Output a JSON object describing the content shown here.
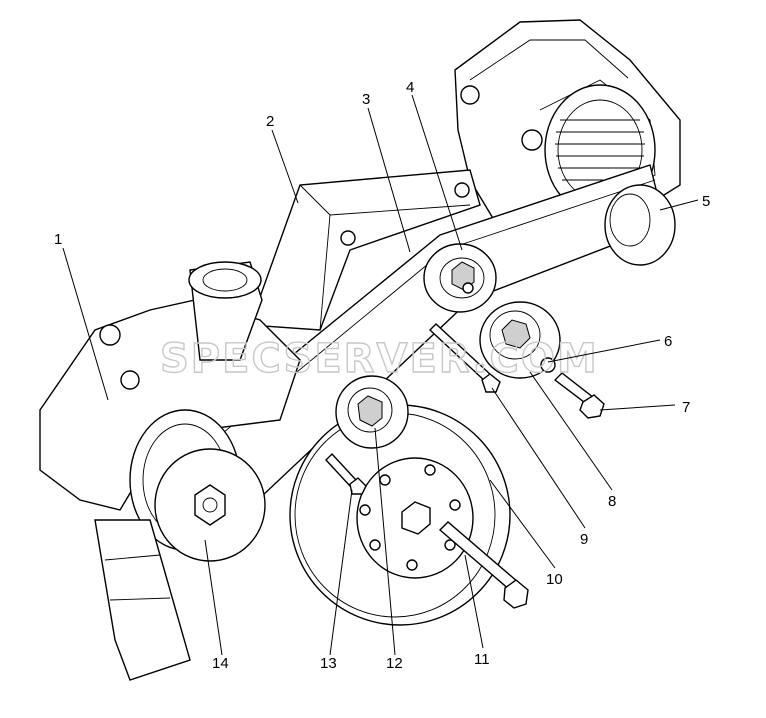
{
  "watermark": "SPECSERVER.COM",
  "callouts": [
    {
      "id": "1"
    },
    {
      "id": "2"
    },
    {
      "id": "3"
    },
    {
      "id": "4"
    },
    {
      "id": "5"
    },
    {
      "id": "6"
    },
    {
      "id": "7"
    },
    {
      "id": "8"
    },
    {
      "id": "9"
    },
    {
      "id": "10"
    },
    {
      "id": "11"
    },
    {
      "id": "12"
    },
    {
      "id": "13"
    },
    {
      "id": "14"
    }
  ]
}
